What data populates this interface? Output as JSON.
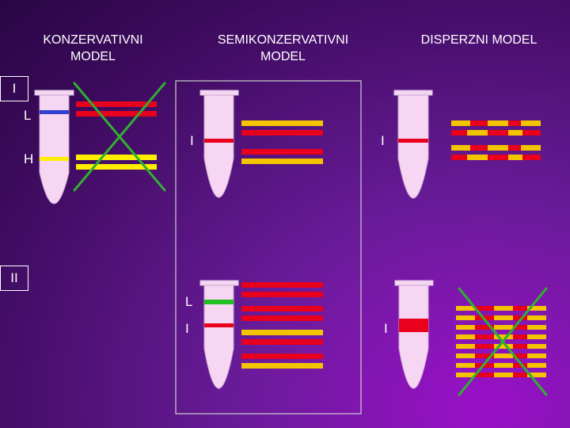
{
  "titles": {
    "conservative": "KONZERVATIVNI\nMODEL",
    "semiconservative": "SEMIKONZERVATIVNI\nMODEL",
    "dispersive": "DISPERZNI MODEL"
  },
  "generations": {
    "first": "I",
    "second": "II"
  },
  "band_labels": {
    "light": "L",
    "heavy": "H",
    "intermediate": "I"
  },
  "colors": {
    "red": "#e8001c",
    "yellow": "#ffee00",
    "orange_yellow": "#f5c400",
    "blue": "#3040d0",
    "green": "#20c020",
    "cross": "#30b030",
    "tube": "#f6d6f2"
  }
}
